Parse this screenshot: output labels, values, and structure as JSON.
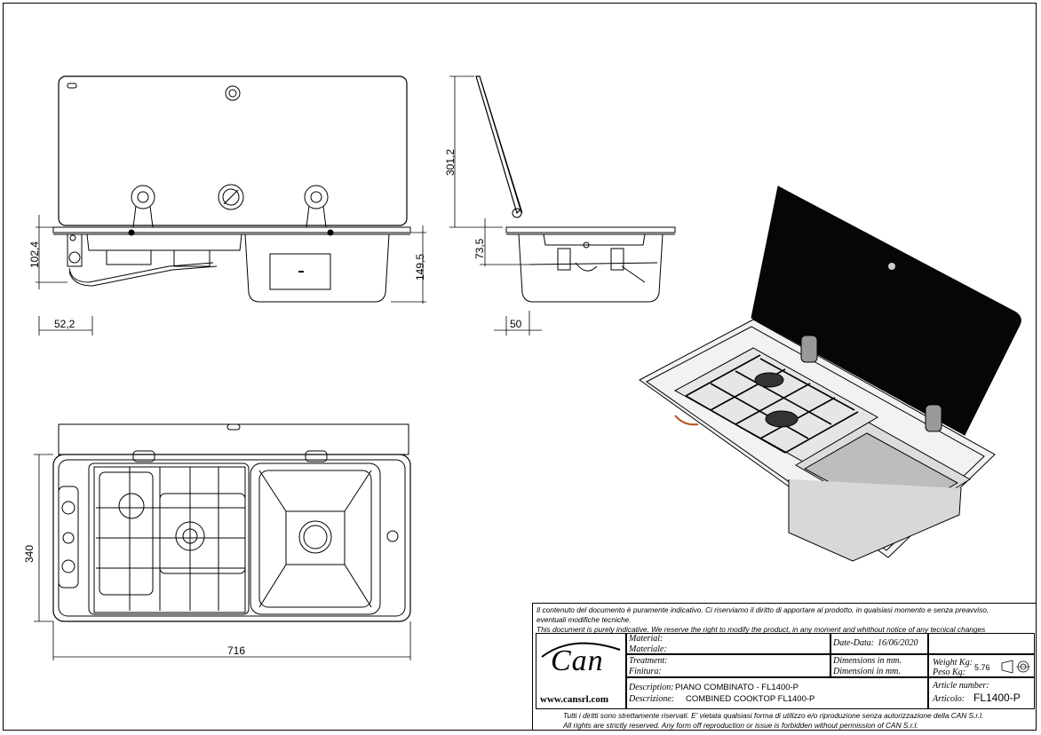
{
  "dimensions": {
    "front_height_left": "102,4",
    "front_offset": "52,2",
    "front_height_right": "149,5",
    "side_lid_height": "301,2",
    "side_height": "73,5",
    "side_offset": "50",
    "top_depth": "340",
    "top_width": "716"
  },
  "title_block": {
    "notice_it": "Il contenuto del documento è puramente indicativo. Ci riserviamo il diritto di apportare al prodotto, in qualsiasi momento e senza preavviso,",
    "notice_it2": "eventuali modifiche tecniche.",
    "notice_en": "This document is purely indicative. We reserve the right to modify the product, in any moment and whithout notice of any tecnical changes",
    "logo": "Can",
    "website": "www.cansrl.com",
    "material_en": "Material:",
    "material_it": "Materiale:",
    "treatment_en": "Treatment:",
    "treatment_it": "Finitura:",
    "date_label": "Date-Data:",
    "date_value": "16/06/2020",
    "dim_en": "Dimensions in mm.",
    "dim_it": "Dimensioni in mm.",
    "weight_en": "Weight Kg:",
    "weight_it": "Peso Kg:",
    "weight_value": "5.76",
    "desc_it_label": "Description:",
    "desc_it_value": "PIANO COMBINATO - FL1400-P",
    "desc_en_label": "Descrizione:",
    "desc_en_value": "COMBINED COOKTOP FL1400-P",
    "article_en": "Article number:",
    "article_it": "Articolo:",
    "article_value": "FL1400-P",
    "rights_it": "Tutti i diritti sono strettamente riservati. E' vietata qualsiasi forma di utilizzo e/o riproduzione senza autorizzazione della CAN S.r.l.",
    "rights_en": "All rights are strictly reserved. Any form off reproduction or issue is forbidden without permission of CAN S.r.l."
  }
}
